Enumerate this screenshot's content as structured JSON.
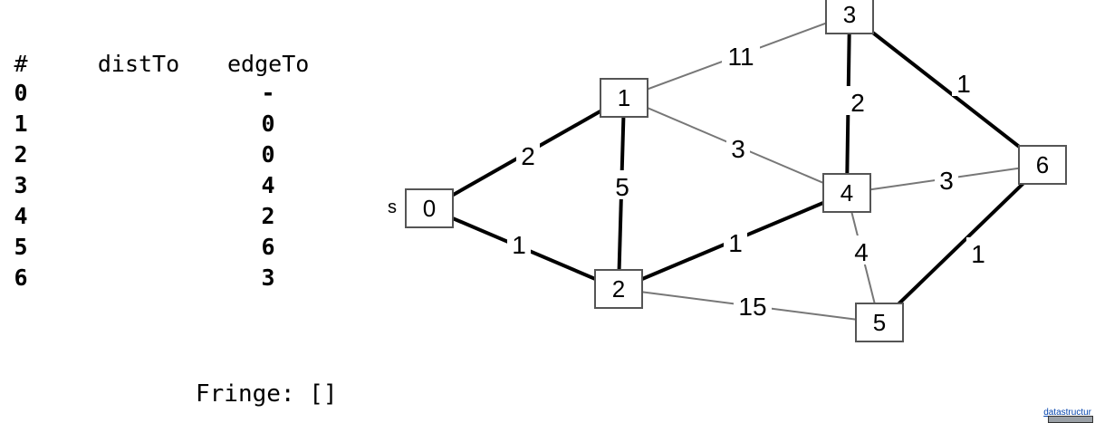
{
  "table": {
    "headers": {
      "num": "#",
      "dist": "distTo",
      "edge": "edgeTo"
    },
    "rows": [
      {
        "num": "0",
        "dist": "",
        "edge": "-"
      },
      {
        "num": "1",
        "dist": "",
        "edge": "0"
      },
      {
        "num": "2",
        "dist": "",
        "edge": "0"
      },
      {
        "num": "3",
        "dist": "",
        "edge": "4"
      },
      {
        "num": "4",
        "dist": "",
        "edge": "2"
      },
      {
        "num": "5",
        "dist": "",
        "edge": "6"
      },
      {
        "num": "6",
        "dist": "",
        "edge": "3"
      }
    ]
  },
  "fringe": "Fringe: []",
  "graph": {
    "source_label": "s",
    "nodes": [
      "0",
      "1",
      "2",
      "3",
      "4",
      "5",
      "6"
    ],
    "edges": [
      {
        "from": "0",
        "to": "1",
        "weight": "2",
        "tree": true
      },
      {
        "from": "0",
        "to": "2",
        "weight": "1",
        "tree": true
      },
      {
        "from": "1",
        "to": "2",
        "weight": "5",
        "tree": true
      },
      {
        "from": "1",
        "to": "3",
        "weight": "11",
        "tree": false
      },
      {
        "from": "1",
        "to": "4",
        "weight": "3",
        "tree": false
      },
      {
        "from": "2",
        "to": "4",
        "weight": "1",
        "tree": true
      },
      {
        "from": "2",
        "to": "5",
        "weight": "15",
        "tree": false
      },
      {
        "from": "3",
        "to": "4",
        "weight": "2",
        "tree": true
      },
      {
        "from": "3",
        "to": "6",
        "weight": "1",
        "tree": true
      },
      {
        "from": "4",
        "to": "6",
        "weight": "3",
        "tree": false
      },
      {
        "from": "4",
        "to": "5",
        "weight": "4",
        "tree": false
      },
      {
        "from": "5",
        "to": "6",
        "weight": "1",
        "tree": true
      }
    ]
  },
  "credit": "datastructur"
}
